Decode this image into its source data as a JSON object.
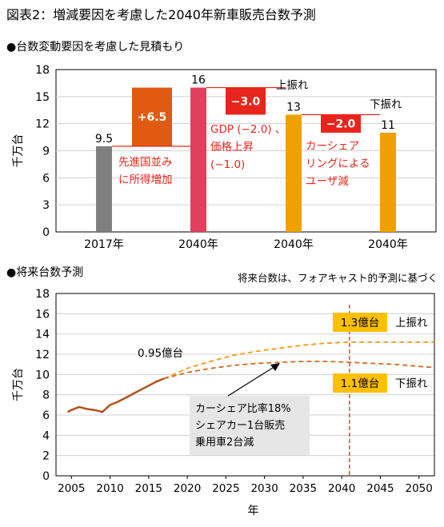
{
  "figure_title": "図表2：増減要因を考慮した2040年新車販売台数予測",
  "colors": {
    "gray_bar": "#7f7f7f",
    "increase": "#e05a12",
    "pink_bar": "#e0405e",
    "orange_bar": "#f0a000",
    "red_box": "#e8251c",
    "annotation_text": "#e8251c",
    "historical_line": "#b4501b",
    "upper_forecast": "#f29a1a",
    "lower_forecast": "#d2691e",
    "label_box": "#ffc000",
    "note_box_bg": "#e6e6e6",
    "vline": "#e8251c"
  },
  "chart_data": [
    {
      "type": "bar",
      "title": "●台数変動要因を考慮した見積もり",
      "ylabel": "千万台",
      "ylim": [
        0,
        18
      ],
      "yticks": [
        0,
        3,
        6,
        9,
        12,
        15,
        18
      ],
      "categories": [
        "2017年",
        "2040年",
        "2040年",
        "2040年"
      ],
      "bars": [
        {
          "category": "2017年",
          "value": 9.5,
          "label": "9.5",
          "color": "#7f7f7f"
        },
        {
          "category": "2040年",
          "value": 16,
          "label": "16",
          "color": "#e0405e"
        },
        {
          "category": "2040年",
          "value": 13,
          "label": "13",
          "color": "#f0a000"
        },
        {
          "category": "2040年",
          "value": 11,
          "label": "11",
          "color": "#f0a000"
        }
      ],
      "steps": [
        {
          "label": "+6.5",
          "from": 9.5,
          "to": 16,
          "color": "#e05a12"
        },
        {
          "label": "−3.0",
          "from": 16,
          "to": 13,
          "color": "#e8251c"
        },
        {
          "label": "−2.0",
          "from": 13,
          "to": 11,
          "color": "#e8251c"
        }
      ],
      "annotations": [
        "先進国並み",
        "に所得増加",
        "GDP (−2.0) 、",
        "価格上昇",
        "(−1.0)",
        "カーシェア",
        "リングによる",
        "ユーザ減",
        "上振れ",
        "下振れ"
      ],
      "grid": true
    },
    {
      "type": "line",
      "title": "●将来台数予測",
      "subtitle": "将来台数は、フォアキャスト的予測に基づく",
      "xlabel": "年",
      "ylabel": "千万台",
      "xlim": [
        2003,
        2052
      ],
      "ylim": [
        0,
        18
      ],
      "xticks": [
        2005,
        2010,
        2015,
        2020,
        2025,
        2030,
        2035,
        2040,
        2045,
        2050
      ],
      "yticks": [
        0,
        2,
        4,
        6,
        8,
        10,
        12,
        14,
        16,
        18
      ],
      "series": [
        {
          "style": "solid",
          "color": "#b4501b",
          "x": [
            2004.5,
            2005,
            2006,
            2007,
            2008,
            2009,
            2010,
            2011,
            2012,
            2013,
            2014,
            2015,
            2016,
            2017
          ],
          "y": [
            6.3,
            6.5,
            6.8,
            6.6,
            6.5,
            6.3,
            7.0,
            7.3,
            7.7,
            8.1,
            8.5,
            8.9,
            9.3,
            9.6
          ]
        },
        {
          "style": "dashed",
          "color": "#f29a1a",
          "x": [
            2017,
            2020,
            2023,
            2026,
            2029,
            2032,
            2035,
            2038,
            2041,
            2044,
            2047,
            2050,
            2052
          ],
          "y": [
            9.6,
            10.6,
            11.3,
            11.9,
            12.3,
            12.6,
            12.9,
            13.1,
            13.2,
            13.2,
            13.2,
            13.2,
            13.2
          ]
        },
        {
          "style": "dashed",
          "color": "#d2691e",
          "x": [
            2017,
            2020,
            2023,
            2026,
            2029,
            2032,
            2035,
            2038,
            2041,
            2044,
            2047,
            2050,
            2052
          ],
          "y": [
            9.6,
            10.2,
            10.6,
            10.9,
            11.1,
            11.2,
            11.3,
            11.3,
            11.2,
            11.1,
            11.0,
            10.8,
            10.7
          ]
        }
      ],
      "vline_x": 2041,
      "annotations": {
        "point_label": "0.95億台",
        "upper_box": "1.3億台",
        "upper_label": "上振れ",
        "lower_box": "1.1億台",
        "lower_label": "下振れ",
        "note_lines": [
          "カーシェア比率18%",
          "シェアカー1台販売",
          "乗用車2台減"
        ]
      },
      "grid": true
    }
  ]
}
